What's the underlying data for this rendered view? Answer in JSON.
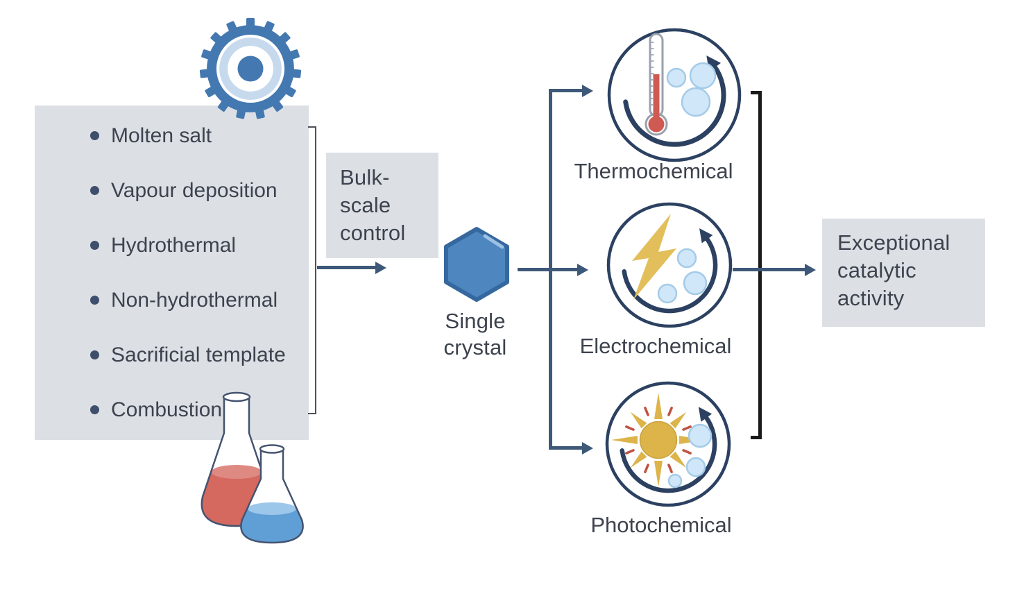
{
  "figure": {
    "synthesis_methods": [
      "Molten salt",
      "Vapour deposition",
      "Hydrothermal",
      "Non-hydrothermal",
      "Sacrificial template",
      "Combustion"
    ],
    "bulk_scale": {
      "line1": "Bulk-",
      "line2": "scale",
      "line3": "control"
    },
    "single_crystal": {
      "line1": "Single",
      "line2": "crystal"
    },
    "processes": {
      "thermochemical": {
        "label": "Thermochemical",
        "icon": "thermometer-cycle-icon"
      },
      "electrochemical": {
        "label": "Electrochemical",
        "icon": "lightning-cycle-icon"
      },
      "photochemical": {
        "label": "Photochemical",
        "icon": "sun-cycle-icon"
      }
    },
    "outcome": {
      "line1": "Exceptional",
      "line2": "catalytic",
      "line3": "activity"
    },
    "decorations": {
      "top_icon": "gear-icon",
      "bottom_icon": "erlenmeyer-flasks-icon"
    },
    "colors": {
      "panel_bg": "#dce0e5",
      "text": "#3d434e",
      "arrow_navy": "#3d5878",
      "bracket_left": "#4f4f57",
      "bracket_right": "#1a1a1a",
      "gear_blue": "#4478b0",
      "gear_light_blue": "#c7daed",
      "hexagon_fill": "#4e86c0",
      "circle_outline": "#2c4161",
      "bubble_fill": "#cfe7f8",
      "thermometer_red": "#cf5a52",
      "lightning_gold": "#e2bf5b",
      "sun_gold": "#dcb449",
      "sun_ray_red": "#c05240",
      "flask_red": "#d5685f",
      "flask_blue": "#5f9fd6"
    }
  }
}
